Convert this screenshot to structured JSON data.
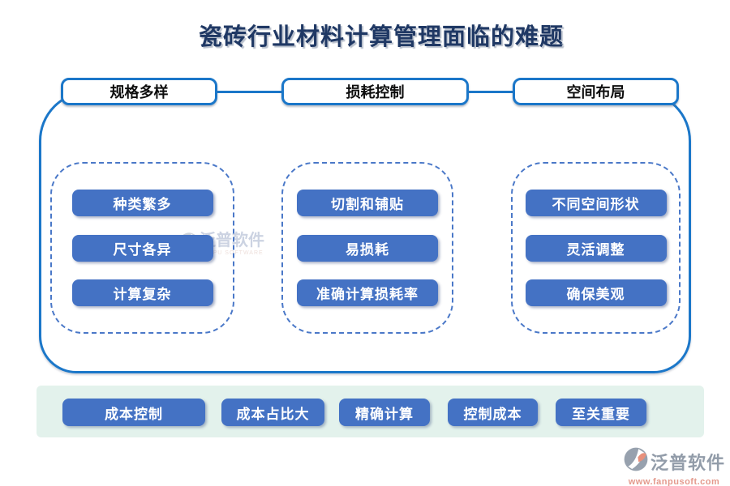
{
  "title": "瓷砖行业材料计算管理面临的难题",
  "tabs": [
    {
      "label": "规格多样"
    },
    {
      "label": "损耗控制"
    },
    {
      "label": "空间布局"
    }
  ],
  "columns": [
    {
      "header": "规格多样",
      "items": [
        "种类繁多",
        "尺寸各异",
        "计算复杂"
      ]
    },
    {
      "header": "损耗控制",
      "items": [
        "切割和铺贴",
        "易损耗",
        "准确计算损耗率"
      ]
    },
    {
      "header": "空间布局",
      "items": [
        "不同空间形状",
        "灵活调整",
        "确保美观"
      ]
    }
  ],
  "bottom_row": [
    "成本控制",
    "成本占比大",
    "精确计算",
    "控制成本",
    "至关重要"
  ],
  "watermark": {
    "brand": "泛普软件",
    "subtext": "FANPU SOFTWARE"
  },
  "footer": {
    "brand": "泛普软件",
    "url": "www.fanpusoft.com"
  },
  "colors": {
    "title_navy": "#1f3864",
    "node_blue": "#4472c4",
    "border_blue": "#1b77c9",
    "dashed_blue": "#4a78c8",
    "strip_mint": "#e3f2ec",
    "logo_gray": "#929ca9",
    "url_salmon": "#e49a8d"
  }
}
